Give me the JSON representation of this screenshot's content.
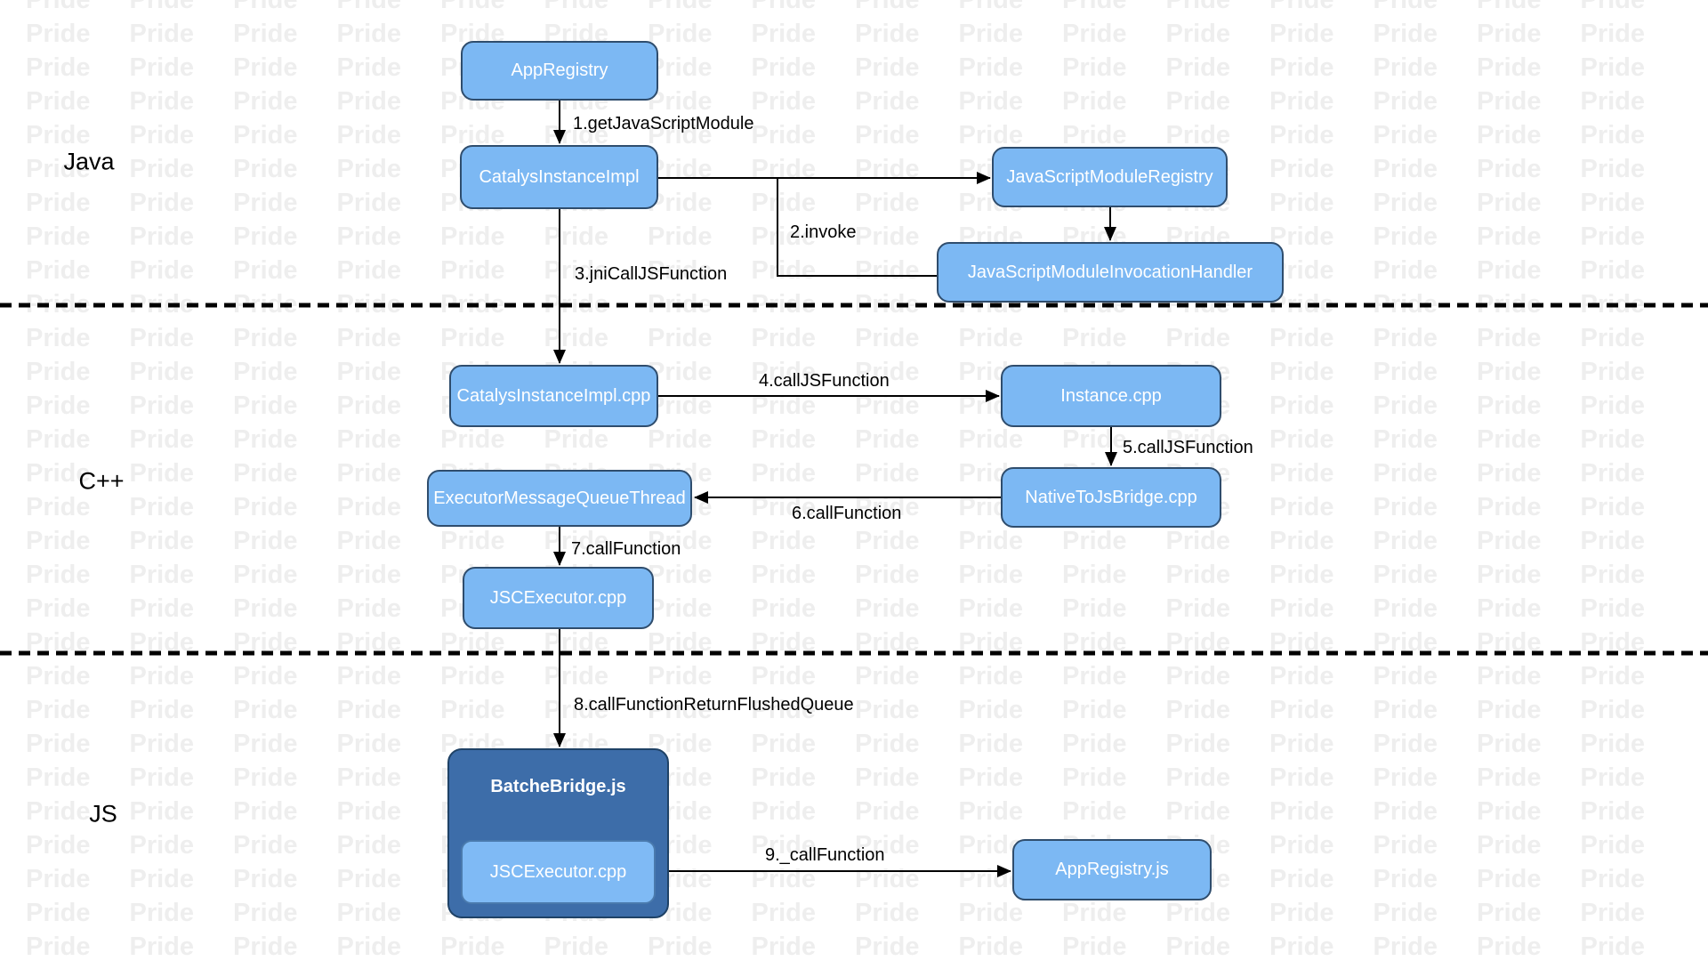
{
  "watermark": {
    "text": "Pride"
  },
  "sections": {
    "java": "Java",
    "cpp": "C++",
    "js": "JS"
  },
  "nodes": {
    "app_registry": "AppRegistry",
    "catalyst_instance_impl": "CatalysInstanceImpl",
    "js_module_registry": "JavaScriptModuleRegistry",
    "js_module_invocation_handler": "JavaScriptModuleInvocationHandler",
    "catalyst_instance_impl_cpp": "CatalysInstanceImpl.cpp",
    "instance_cpp": "Instance.cpp",
    "native_to_js_bridge_cpp": "NativeToJsBridge.cpp",
    "executor_message_queue_thread": "ExecutorMessageQueueThread",
    "jsc_executor_cpp": "JSCExecutor.cpp",
    "batched_bridge_js": "BatcheBridge.js",
    "jsc_executor_cpp_inner": "JSCExecutor.cpp",
    "app_registry_js": "AppRegistry.js"
  },
  "edges": {
    "e1": "1.getJavaScriptModule",
    "e2": "2.invoke",
    "e3": "3.jniCallJSFunction",
    "e4": "4.callJSFunction",
    "e5": "5.callJSFunction",
    "e6": "6.callFunction",
    "e7": "7.callFunction",
    "e8": "8.callFunctionReturnFlushedQueue",
    "e9": "9._callFunction"
  },
  "colors": {
    "node_fill": "#7cb8f3",
    "node_border": "#2f4d6d",
    "container_fill": "#3d6da9",
    "container_border": "#1f4266",
    "inner_node_fill": "#7fbaf5",
    "inner_node_border": "#4a7aad",
    "line_color": "#000000",
    "label_color": "#000000",
    "watermark_color": "#eeeeee",
    "node_text": "#ffffff"
  }
}
